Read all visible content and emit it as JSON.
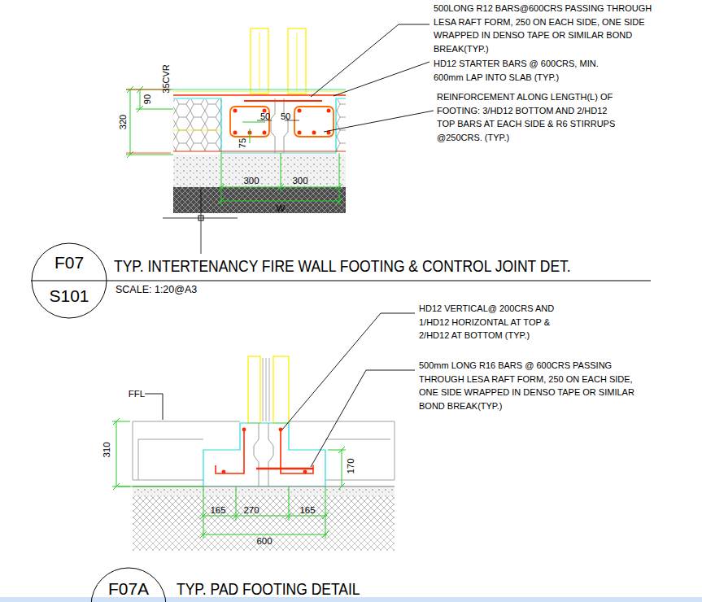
{
  "diagram": {
    "nodes": [
      {
        "text": [
          "F07",
          "S101"
        ]
      },
      {
        "text": [
          "F07A"
        ]
      }
    ],
    "labels": [
      "500LONG R12 BARS@600CRS PASSING THROUGH LESA RAFT FORM, 250 ON EACH SIDE, ONE SIDE WRAPPED IN DENSO TAPE OR SIMILAR BOND BREAK(TYP.)",
      "HD12 STARTER BARS @ 600CRS, MIN. 600mm LAP INTO SLAB (TYP.)",
      "REINFORCEMENT ALONG LENGTH(L) OF FOOTING: 3/HD12 BOTTOM AND 2/HD12 TOP BARS AT EACH SIDE & R6 STIRRUPS @250CRS. (TYP.)",
      "35CVR",
      "90",
      "320",
      "50",
      "50",
      "75",
      "300",
      "300",
      "W",
      "TYP. INTERTENANCY FIRE WALL FOOTING & CONTROL JOINT DET.",
      "SCALE: 1:20@A3",
      "HD12 VERTICAL@ 200CRS AND 1/HD12 HORIZONTAL AT TOP & 2/HD12 AT BOTTOM (TYP.)",
      "500mm LONG R16 BARS @ 600CRS PASSING THROUGH LESA RAFT FORM, 250 ON EACH SIDE, ONE SIDE WRAPPED IN DENSO TAPE OR SIMILAR BOND BREAK(TYP.)",
      "FFL",
      "310",
      "170",
      "165",
      "270",
      "165",
      "600",
      "TYP. PAD FOOTING DETAIL"
    ]
  }
}
